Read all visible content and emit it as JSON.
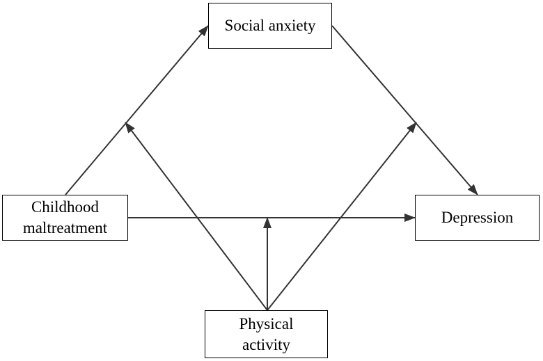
{
  "diagram": {
    "nodes": {
      "social_anxiety": "Social anxiety",
      "childhood_maltreatment": "Childhood\nmaltreatment",
      "depression": "Depression",
      "physical_activity": "Physical\nactivity"
    },
    "edges": [
      {
        "from": "Childhood maltreatment",
        "to": "Social anxiety"
      },
      {
        "from": "Social anxiety",
        "to": "Depression"
      },
      {
        "from": "Childhood maltreatment",
        "to": "Depression"
      },
      {
        "from": "Physical activity",
        "to": "path: Childhood maltreatment → Social anxiety"
      },
      {
        "from": "Physical activity",
        "to": "path: Social anxiety → Depression"
      },
      {
        "from": "Physical activity",
        "to": "path: Childhood maltreatment → Depression"
      }
    ],
    "line_color": "#333333"
  }
}
